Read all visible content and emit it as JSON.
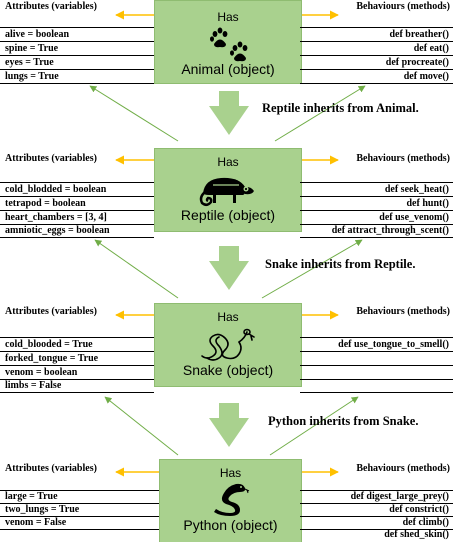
{
  "animal": {
    "title": "Animal (object)",
    "has": "Has",
    "attr_header": "Attributes (variables)",
    "beh_header": "Behaviours (methods)",
    "attributes": [
      "alive = boolean",
      "spine = True",
      "eyes = True",
      "lungs = True"
    ],
    "methods": [
      "def breather()",
      "def eat()",
      "def procreate()",
      "def move()"
    ],
    "icon": "paw-prints-icon"
  },
  "inherit1": "Reptile inherits from Animal.",
  "reptile": {
    "title": "Reptile (object)",
    "has": "Has",
    "attr_header": "Attributes (variables)",
    "beh_header": "Behaviours (methods)",
    "attributes": [
      "cold_blodded = boolean",
      "tetrapod = boolean",
      "heart_chambers = [3, 4]",
      "amniotic_eggs = boolean"
    ],
    "methods": [
      "def seek_heat()",
      "def hunt()",
      "def use_venom()",
      "def attract_through_scent()"
    ],
    "icon": "chameleon-icon"
  },
  "inherit2": "Snake inherits from Reptile.",
  "snake": {
    "title": "Snake (object)",
    "has": "Has",
    "attr_header": "Attributes (variables)",
    "beh_header": "Behaviours (methods)",
    "attributes": [
      "cold_blooded = True",
      "forked_tongue = True",
      "venom = boolean",
      "limbs = False"
    ],
    "methods": [
      "def use_tongue_to_smell()"
    ],
    "icon": "snake-outline-icon"
  },
  "inherit3": "Python inherits from Snake.",
  "python": {
    "title": "Python (object)",
    "has": "Has",
    "attr_header": "Attributes (variables)",
    "beh_header": "Behaviours (methods)",
    "attributes": [
      "large = True",
      "two_lungs = True",
      "venom = False"
    ],
    "methods": [
      "def digest_large_prey()",
      "def constrict()",
      "def climb()",
      "def shed_skin()"
    ],
    "icon": "python-snake-icon"
  },
  "colors": {
    "box_fill": "#a9d18e",
    "box_border": "#8fbc71",
    "has_arrow": "#ffc000",
    "inherit_arrow": "#a9d18e",
    "diag_arrow": "#70ad47"
  }
}
